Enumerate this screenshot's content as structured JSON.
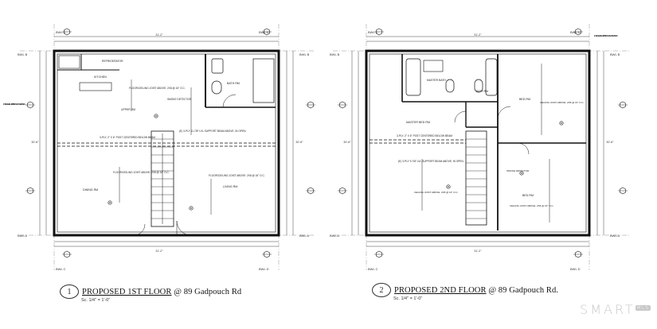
{
  "plans": [
    {
      "number": "1",
      "title_prefix": "PROPOSED 1ST FLOOR",
      "title_suffix": "@ 89 Gadpouch Rd",
      "scale": "Sc. 1/4\" = 1'-0\"",
      "grid": {
        "top_left": "BWL C",
        "top_right": "BWL D",
        "left_top": "BWL B",
        "right_top": "BWL B",
        "bottom_left": "BWL A",
        "bottom_right": "BWL A",
        "foot_left": "BWL C",
        "foot_right": "BWL D"
      },
      "rooms": {
        "refrigerator": "REFRIGERATOR",
        "kitchen": "KITCHEN",
        "bath": "BATH RM",
        "living": "LIVING RM",
        "dining": "DINING RM",
        "upper_rm": "UPPER RM",
        "floor_joist": "FLOOR/CEILING JOIST ABOVE: 2X8 @ 16\" O.C.",
        "beam_a": "(E) 3-PLY 11-7/8\" LVL SUPPORT BEAM ABOVE, IN OPEN.",
        "beam_b": "3-PLY, 2\" X 6\" POST CENTERED BELOW BEAM",
        "smoke": "SMOKE DETECTOR",
        "joist_dining": "FLOOR/CEILING JOIST ABOVE: 2X8 @ 16\" O.C.",
        "joist_living": "FLOOR/CEILING JOIST ABOVE: 2X8 @ 16\" O.C."
      },
      "dims": {
        "top": "31'-2\"",
        "bottom": "31'-2\"",
        "left": "30'-6\"",
        "right": "30'-6\""
      },
      "wall_note": "(WC) FULL HEIGHT 24\" W/ BRACED WALL PANELS"
    },
    {
      "number": "2",
      "title_prefix": "PROPOSED 2ND FLOOR",
      "title_suffix": "@ 89 Gadpouch Rd.",
      "scale": "Sc. 1/4\" = 1'-0\"",
      "grid": {
        "top_left": "BWL C",
        "top_right": "BWL D",
        "left_top": "BWL B",
        "right_top": "BWL B",
        "bottom_left": "BWL A",
        "bottom_right": "BWL A",
        "foot_left": "BWL C",
        "foot_right": "BWL D"
      },
      "rooms": {
        "master_bath": "MASTER BATH",
        "bath": "BATH RM",
        "master_bed": "MASTER BED RM",
        "bed1": "BED RM",
        "bed2": "BED RM",
        "ceiling_joist_a": "CEILING JOIST ABOVE: 2X8 @ 16\" O.C.",
        "ceiling_joist_b": "CEILING JOIST ABOVE: 2X8 @ 16\" O.C.",
        "ceiling_joist_c": "CEILING JOIST ABOVE: 2X8 @ 16\" O.C.",
        "beam_a": "3-PLY, 2\" X 6\" POST CENTERED BELOW BEAM",
        "beam_b": "(E) 3-PLY 9-7/8\" LVL SUPPORT BEAM ABOVE, IN OPEN.",
        "smoke": "SMOKE DETECTOR"
      },
      "dims": {
        "top": "31'-2\"",
        "bottom": "31'-2\"",
        "left": "30'-6\"",
        "right": "30'-6\""
      },
      "wall_note": "(WC) FULL HEIGHT 24\" W/ BRACED WALL PANELS"
    }
  ],
  "logo": {
    "text": "SMART",
    "badge": "MLS"
  }
}
